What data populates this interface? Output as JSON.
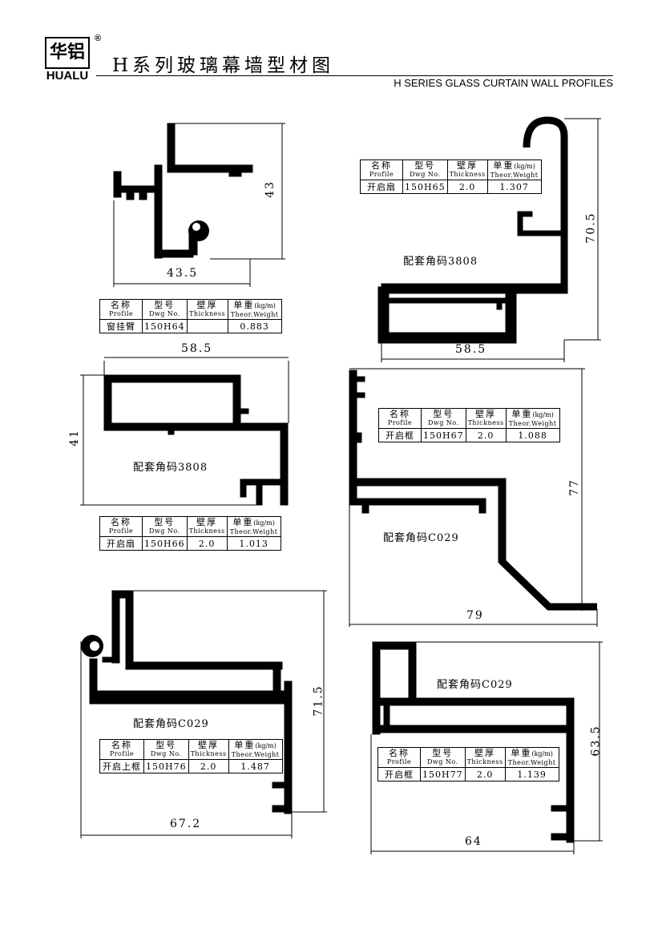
{
  "brand": {
    "logo_mark": "华铝",
    "name": "HUALU",
    "registered": "®"
  },
  "header": {
    "title": "H系列玻璃幕墙型材图",
    "subtitle": "H SERIES GLASS CURTAIN WALL PROFILES"
  },
  "table_headers": {
    "name_cn": "名称",
    "name_en": "Profile",
    "model_cn": "型号",
    "model_en": "Dwg No.",
    "thick_cn": "壁厚",
    "thick_en": "Thickness",
    "weight_cn": "单重",
    "weight_unit": "(kg/m)",
    "weight_en": "Theor.Weight"
  },
  "profiles": [
    {
      "name": "窗挂臂",
      "model": "150H64",
      "thickness": "",
      "weight": "0.883",
      "dims": {
        "width": "43.5",
        "height": "43"
      }
    },
    {
      "name": "开启扇",
      "model": "150H65",
      "thickness": "2.0",
      "weight": "1.307",
      "note": "配套角码3808",
      "dims": {
        "width": "58.5",
        "height": "70.5"
      }
    },
    {
      "name": "开启扇",
      "model": "150H66",
      "thickness": "2.0",
      "weight": "1.013",
      "note": "配套角码3808",
      "dims": {
        "width": "58.5",
        "height": "41"
      }
    },
    {
      "name": "开启框",
      "model": "150H67",
      "thickness": "2.0",
      "weight": "1.088",
      "note": "配套角码C029",
      "dims": {
        "width": "79",
        "height": "77"
      }
    },
    {
      "name": "开启上框",
      "model": "150H76",
      "thickness": "2.0",
      "weight": "1.487",
      "note": "配套角码C029",
      "dims": {
        "width": "67.2",
        "height": "71.5"
      }
    },
    {
      "name": "开启框",
      "model": "150H77",
      "thickness": "2.0",
      "weight": "1.139",
      "note": "配套角码C029",
      "dims": {
        "width": "64",
        "height": "63.5"
      }
    }
  ]
}
